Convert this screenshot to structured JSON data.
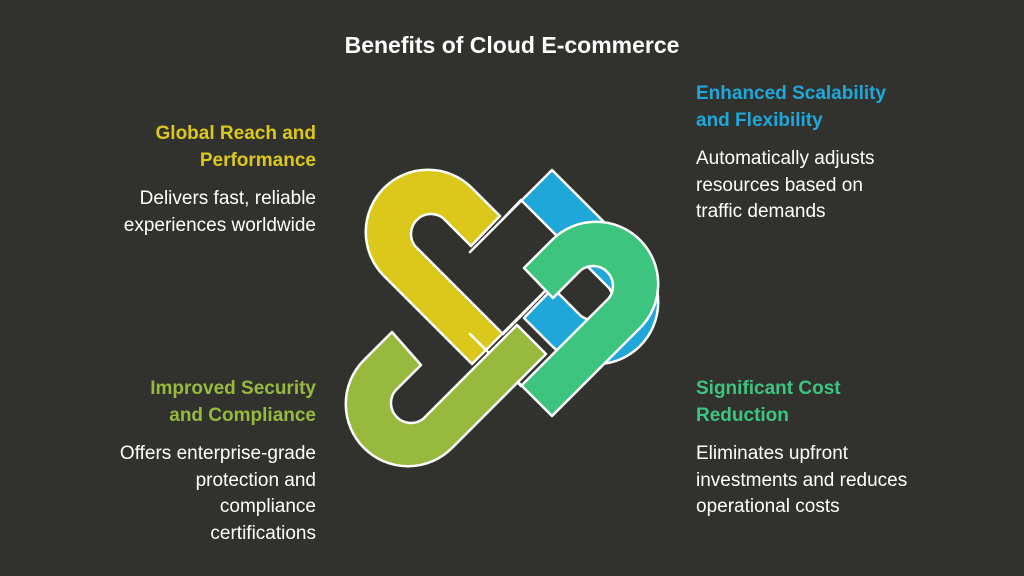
{
  "title": "Benefits of Cloud E-commerce",
  "colors": {
    "background": "#31322e",
    "yellow": "#dcc81a",
    "blue": "#1fa7d9",
    "green": "#3dc47f",
    "lime": "#97b93e",
    "outline": "#ffffff"
  },
  "benefits": {
    "top_left": {
      "heading": "Global Reach and Performance",
      "description": "Delivers fast, reliable experiences worldwide"
    },
    "top_right": {
      "heading": "Enhanced Scalability and Flexibility",
      "description": "Automatically adjusts resources based on traffic demands"
    },
    "bottom_left": {
      "heading": "Improved Security and Compliance",
      "description": "Offers enterprise-grade protection and compliance certifications"
    },
    "bottom_right": {
      "heading": "Significant Cost Reduction",
      "description": "Eliminates upfront investments and reduces operational costs"
    }
  }
}
